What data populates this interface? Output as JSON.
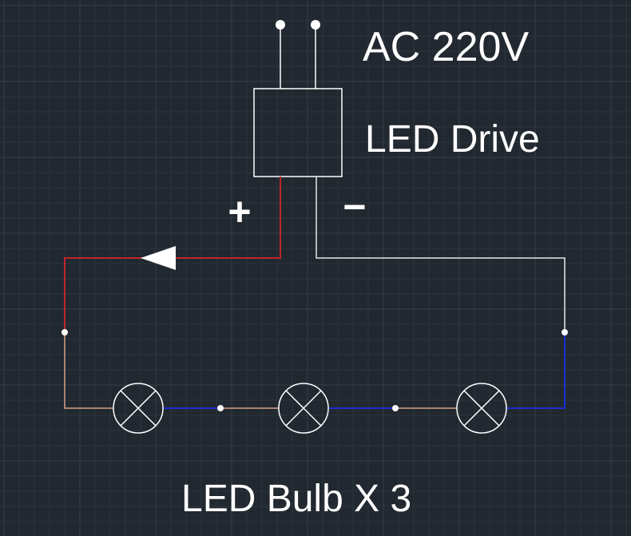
{
  "labels": {
    "supply": "AC 220V",
    "driver": "LED Drive",
    "plus": "+",
    "minus": "−",
    "bulbs": "LED Bulb X 3"
  },
  "colors": {
    "background": "#212830",
    "grid_minor": "#2c333c",
    "grid_major": "#353e49",
    "wire_positive": "#c0262b",
    "wire_negative": "#e8e8e8",
    "wire_bulb_in": "#d9a089",
    "wire_bulb_out": "#1c2ed1",
    "symbol": "#ffffff"
  }
}
